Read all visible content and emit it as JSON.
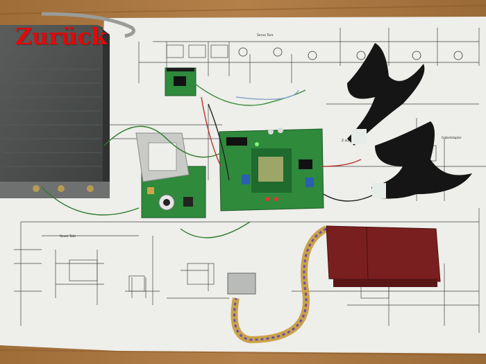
{
  "nav": {
    "back_label": "Zurück",
    "back_color": "#e00a0a"
  },
  "photo": {
    "schematic_labels": {
      "servo": "Servo Tore",
      "reset": "Reset Takt",
      "gabel": "Gabelstapler",
      "auf": "Z auf"
    }
  },
  "colors": {
    "table_wood": "#a8773f",
    "schematic_paper": "#eeeeea",
    "pcb_green": "#2f8a3c",
    "case_dark": "#4a4d4c",
    "clamp_black": "#151515",
    "box_red": "#7a1f1f"
  }
}
